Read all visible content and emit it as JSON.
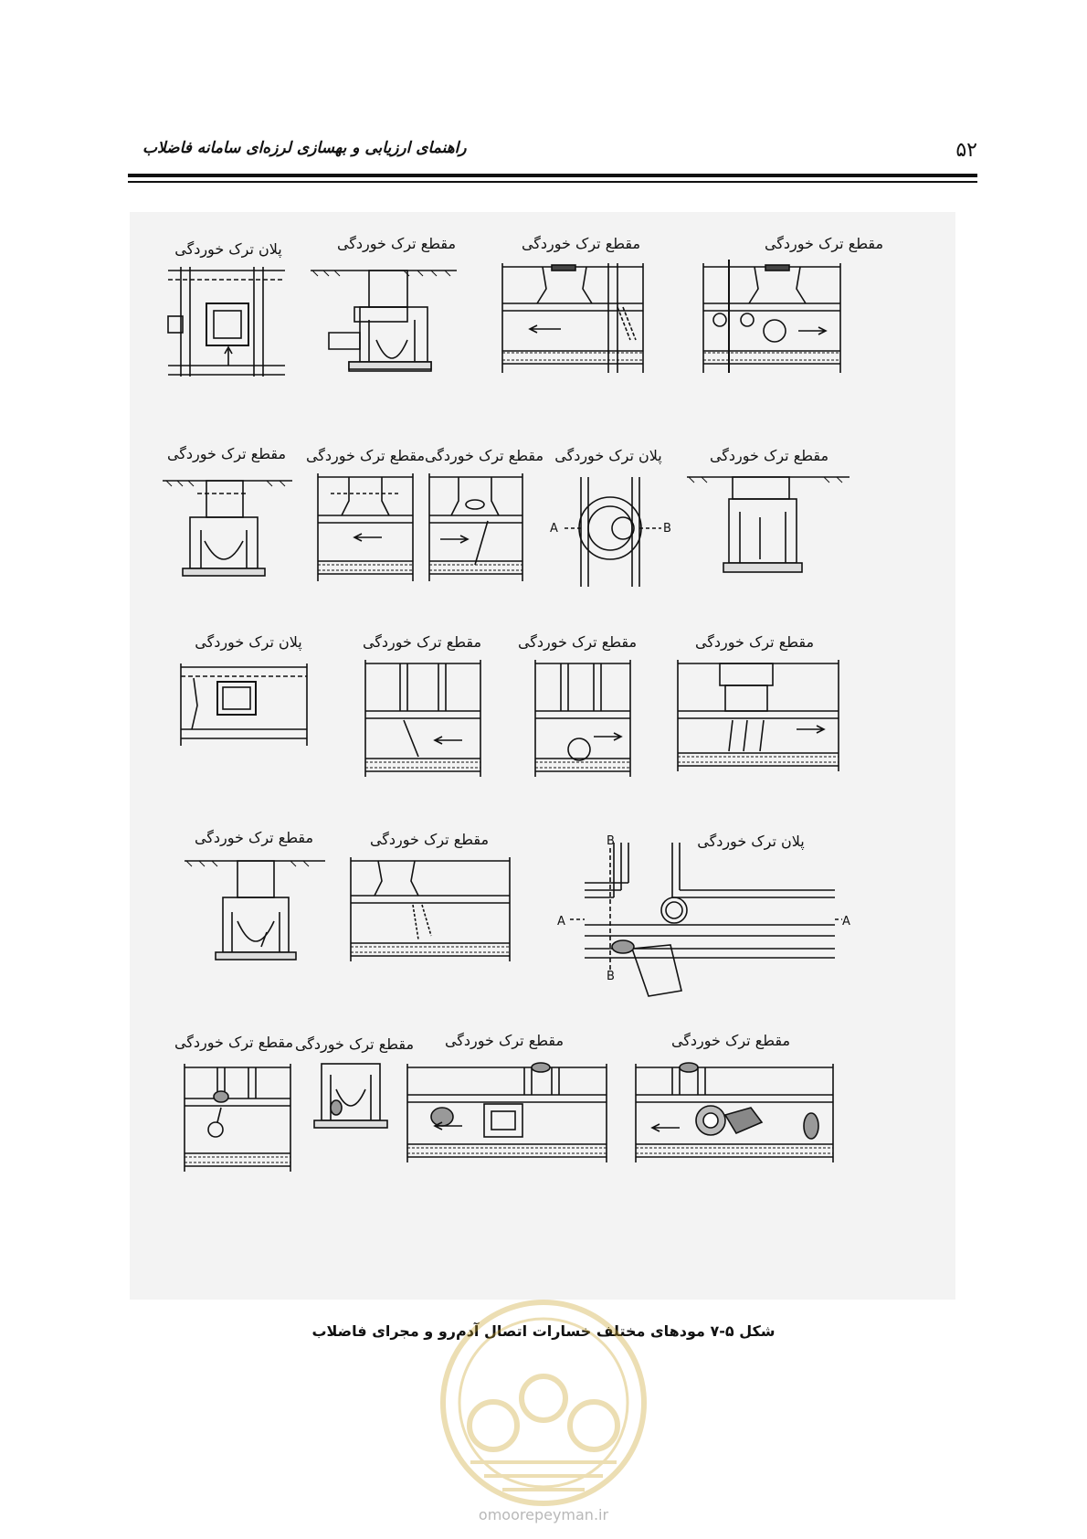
{
  "header": {
    "page_number": "۵۲",
    "book_title": "راهنمای ارزیابی و بهسازی لرزه‌ای سامانه فاضلاب"
  },
  "figure": {
    "labels": {
      "r1c1": "مقطع ترک خوردگی",
      "r1c2": "مقطع ترک خوردگی",
      "r1c3": "مقطع ترک خوردگی",
      "r1c4": "پلان ترک خوردگی",
      "r2c1": "مقطع ترک خوردگی",
      "r2c2": "پلان ترک خوردگی",
      "r2c3": "مقطع ترک خوردگی",
      "r2c4": "مقطع ترک خوردگی",
      "r2c5": "مقطع ترک خوردگی",
      "r3c1": "مقطع ترک خوردگی",
      "r3c2": "مقطع ترک خوردگی",
      "r3c3": "مقطع ترک خوردگی",
      "r3c4": "پلان ترک خوردگی",
      "r4c1": "پلان ترک خوردگی",
      "r4c2": "مقطع ترک خوردگی",
      "r4c3": "مقطع ترک خوردگی",
      "r5c1": "مقطع ترک خوردگی",
      "r5c2": "مقطع ترک خوردگی",
      "r5c3": "مقطع ترک خوردگی",
      "r5c4": "مقطع ترک خوردگی"
    },
    "section_marks": {
      "a_left": "A",
      "b_right": "B",
      "b_top": "B",
      "a_left2": "A",
      "a_right2": "A",
      "b_bottom": "B"
    }
  },
  "caption": "شکل ۵-۷ مودهای مختلف خسارات اتصال آدم‌رو و مجرای فاضلاب",
  "watermark": {
    "site_url": "omoorepeyman.ir",
    "color": "#c9a227"
  }
}
